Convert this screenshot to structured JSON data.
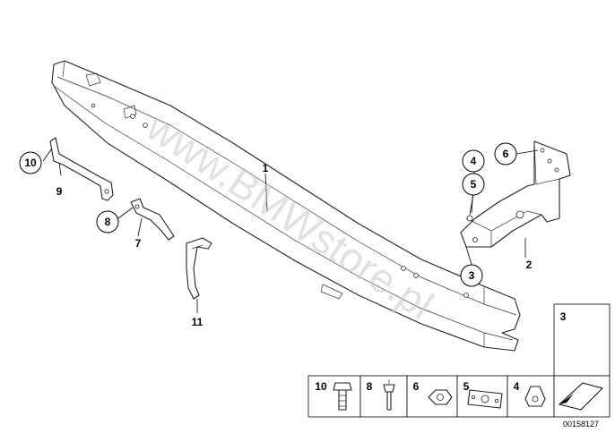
{
  "watermark": "www.BMWstore.pl",
  "reference_number": "00158127",
  "parts": [
    {
      "number": "1"
    },
    {
      "number": "2"
    },
    {
      "number": "3"
    },
    {
      "number": "4"
    },
    {
      "number": "5"
    },
    {
      "number": "6"
    },
    {
      "number": "7"
    },
    {
      "number": "8"
    },
    {
      "number": "9"
    },
    {
      "number": "10"
    },
    {
      "number": "11"
    }
  ],
  "fastener_legend": [
    {
      "number": "10"
    },
    {
      "number": "8"
    },
    {
      "number": "6"
    },
    {
      "number": "5"
    },
    {
      "number": "4"
    },
    {
      "number": "3"
    }
  ]
}
